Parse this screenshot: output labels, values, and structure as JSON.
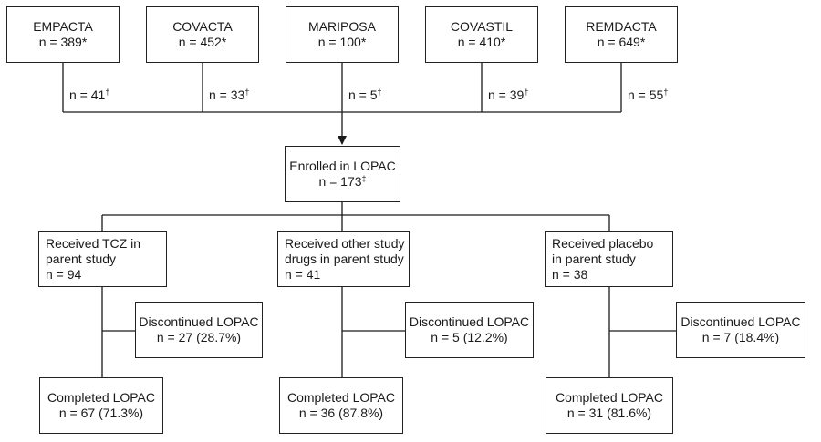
{
  "parent_studies": [
    {
      "name": "EMPACTA",
      "n": "n = 389",
      "mark": "*",
      "contrib": "n = 41",
      "contrib_mark": "†"
    },
    {
      "name": "COVACTA",
      "n": "n = 452",
      "mark": "*",
      "contrib": "n = 33",
      "contrib_mark": "†"
    },
    {
      "name": "MARIPOSA",
      "n": "n = 100",
      "mark": "*",
      "contrib": "n = 5",
      "contrib_mark": "†"
    },
    {
      "name": "COVASTIL",
      "n": "n = 410",
      "mark": "*",
      "contrib": "n = 39",
      "contrib_mark": "†"
    },
    {
      "name": "REMDACTA",
      "n": "n = 649",
      "mark": "*",
      "contrib": "n = 55",
      "contrib_mark": "†"
    }
  ],
  "enrolled": {
    "line1": "Enrolled in LOPAC",
    "n": "n = 173",
    "mark": "‡"
  },
  "arms": [
    {
      "line1": "Received TCZ in",
      "line2": "parent study",
      "n": "n = 94",
      "discontinued": {
        "label": "Discontinued LOPAC",
        "n": "n = 27 (28.7%)"
      },
      "completed": {
        "label": "Completed LOPAC",
        "n": "n = 67 (71.3%)"
      }
    },
    {
      "line1": "Received other study",
      "line2": "drugs in parent study",
      "n": "n = 41",
      "discontinued": {
        "label": "Discontinued LOPAC",
        "n": "n = 5 (12.2%)"
      },
      "completed": {
        "label": "Completed LOPAC",
        "n": "n = 36 (87.8%)"
      }
    },
    {
      "line1": "Received placebo",
      "line2": "in parent study",
      "n": "n = 38",
      "discontinued": {
        "label": "Discontinued LOPAC",
        "n": "n = 7 (18.4%)"
      },
      "completed": {
        "label": "Completed LOPAC",
        "n": "n = 31 (81.6%)"
      }
    }
  ]
}
